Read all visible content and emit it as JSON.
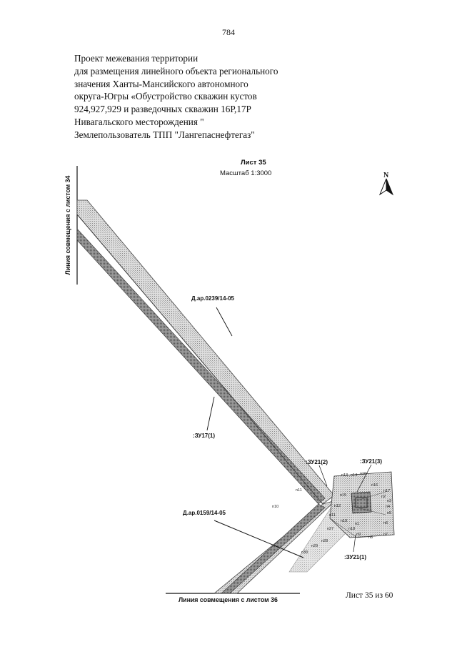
{
  "page_number": "784",
  "title_lines": [
    "Проект межевания территории",
    "для размещения линейного объекта регионального",
    "значения Ханты-Мансийского автономного",
    "округа-Югры «Обустройство скважин кустов",
    "924,927,929 и разведочных скважин 16Р,17Р",
    "Нивагальского месторождения \"",
    "Землепользователь ТПП \"Лангепаснефтегаз\""
  ],
  "sheet": {
    "label": "Лист 35",
    "scale": "Масштаб 1:3000"
  },
  "north_label": "N",
  "join_lines": {
    "left": "Линия совмещения с листом 34",
    "bottom": "Линия совмещения с листом 36"
  },
  "sheet_count": "Лист 35 из 60",
  "plot_labels": {
    "lease_a": "Д.ар.0239/14-05",
    "lease_b": "Д.ар.0159/14-05",
    "zu17": ":ЗУ17(1)",
    "zu21_2": ":ЗУ21(2)",
    "zu21_3": ":ЗУ21(3)",
    "zu21_1": ":ЗУ21(1)"
  },
  "points": {
    "n1": "n1",
    "n2": "n2",
    "n3": "n3",
    "n4": "n4",
    "n5": "n5",
    "n6": "n6",
    "n7": "n7",
    "n8": "n8",
    "n9": "n9",
    "n10": "n10",
    "n10b": "n10",
    "n11": "n11",
    "n11b": "n11",
    "n12": "n12",
    "n13": "n13",
    "n14": "n14",
    "n15": "n15",
    "n16": "n16",
    "n17": "n17",
    "n18": "n18",
    "n19": "n19",
    "n27": "n27",
    "n28": "n28",
    "n29": "n29",
    "n30": "n30"
  },
  "colors": {
    "ink": "#111111",
    "hatch_fill": "#d6d6d6",
    "road_fill": "#9a9a9a",
    "paper": "#ffffff"
  }
}
